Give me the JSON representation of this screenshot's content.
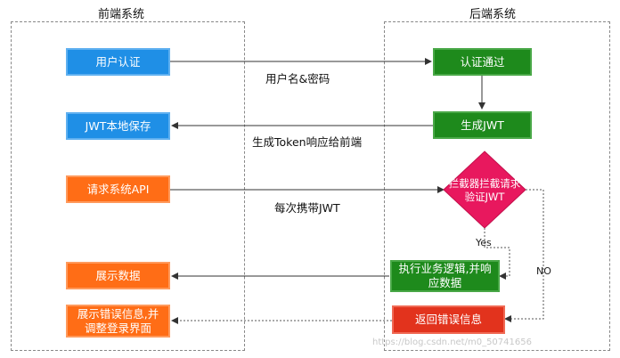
{
  "frontend": {
    "title": "前端系统",
    "nodes": {
      "auth": "用户认证",
      "jwt_store": "JWT本地保存",
      "request_api": "请求系统API",
      "show_data": "展示数据",
      "show_error": "展示错误信息,并调整登录界面"
    }
  },
  "backend": {
    "title": "后端系统",
    "nodes": {
      "auth_pass": "认证通过",
      "gen_jwt": "生成JWT",
      "intercept_line1": "拦截器拦截请求",
      "intercept_line2": "验证JWT",
      "execute": "执行业务逻辑,并响应数据",
      "return_error": "返回错误信息"
    }
  },
  "edges": {
    "credentials": "用户名&密码",
    "token_response": "生成Token响应给前端",
    "carry_jwt": "每次携带JWT",
    "yes": "Yes",
    "no": "NO"
  },
  "watermark": "https://blog.csdn.net/m0_50741656",
  "colors": {
    "blue": "#1f8fe6",
    "orange": "#ff6d16",
    "green": "#1e8a1c",
    "red": "#e2331d",
    "diamond": "#e8185e"
  }
}
